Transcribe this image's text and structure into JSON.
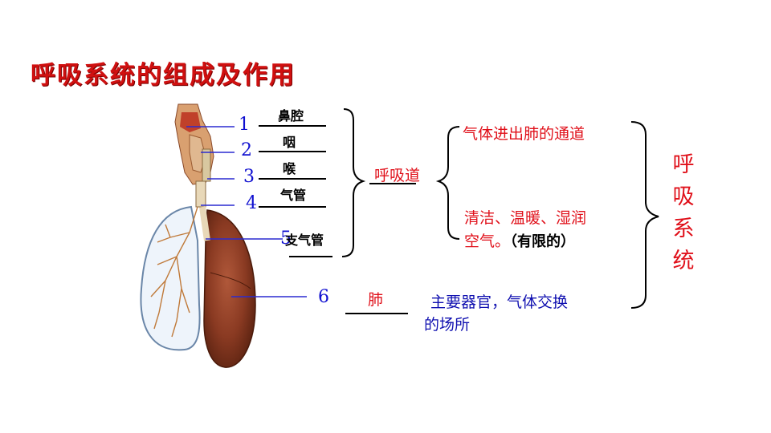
{
  "title": "呼吸系统的组成及作用",
  "numbers": [
    "1",
    "2",
    "3",
    "4",
    "5",
    "6"
  ],
  "parts": {
    "nose": "鼻腔",
    "pharynx": "咽",
    "larynx": "喉",
    "trachea": "气管",
    "bronchus": "支气管",
    "lung": "肺"
  },
  "airway": {
    "label": "呼吸道",
    "function_1": "气体进出肺的通道",
    "function_2_line1": "清洁、温暖、湿润",
    "function_2_line2": "空气。",
    "function_2_note": "（有限的）"
  },
  "lung_function": {
    "line1": "主要器官，气体交换",
    "line2": "的场所"
  },
  "system_label": [
    "呼",
    "吸",
    "系",
    "统"
  ],
  "colors": {
    "title": "#d01010",
    "numbers": "#1010d0",
    "answers": "#e0101a",
    "lung_text": "#1010b0"
  }
}
